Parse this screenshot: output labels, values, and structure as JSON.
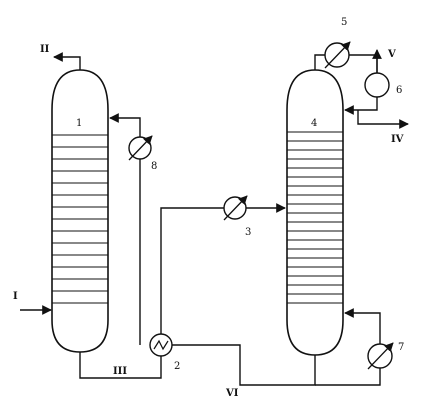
{
  "streams": {
    "I": "I",
    "II": "II",
    "III": "III",
    "IV": "IV",
    "V": "V",
    "VI": "VI"
  },
  "units": {
    "u1": "1",
    "u2": "2",
    "u3": "3",
    "u4": "4",
    "u5": "5",
    "u6": "6",
    "u7": "7",
    "u8": "8"
  }
}
